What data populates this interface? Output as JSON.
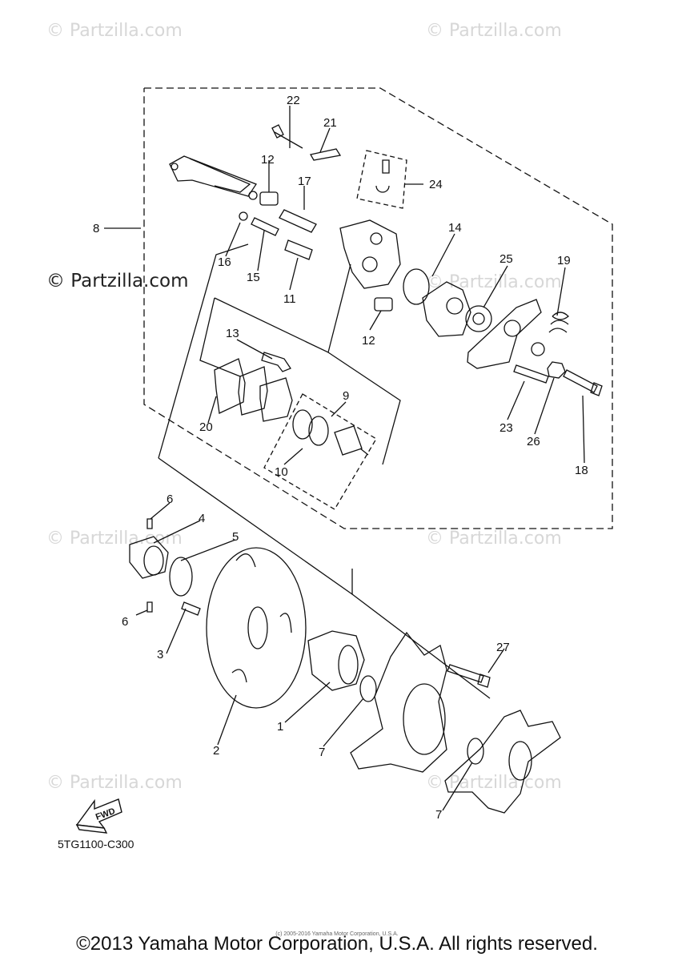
{
  "watermark": "© Partzilla.com",
  "diagram_code": "5TG1100-C300",
  "fwd_label": "FWD",
  "copyright": "©2013 Yamaha Motor Corporation, U.S.A. All rights reserved.",
  "small_copyright": "(c) 2005-2016 Yamaha Motor Corporation, U.S.A.",
  "part_labels": [
    "22",
    "21",
    "24",
    "12",
    "17",
    "8",
    "16",
    "15",
    "11",
    "14",
    "25",
    "19",
    "12",
    "13",
    "20",
    "9",
    "10",
    "23",
    "26",
    "18",
    "6",
    "4",
    "5",
    "6",
    "3",
    "2",
    "1",
    "7",
    "27",
    "7"
  ]
}
